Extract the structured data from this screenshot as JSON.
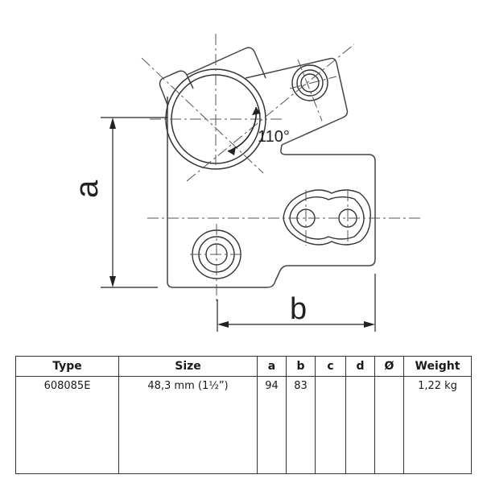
{
  "drawing": {
    "angle_label": "110°",
    "dimension_a": "a",
    "dimension_b": "b"
  },
  "table": {
    "headers": [
      "Type",
      "Size",
      "a",
      "b",
      "c",
      "d",
      "Ø",
      "Weight"
    ],
    "row": {
      "type": "608085E",
      "size": "48,3 mm (1½”)",
      "a": "94",
      "b": "83",
      "c": "",
      "d": "",
      "diameter": "",
      "weight": "1,22 kg"
    }
  }
}
